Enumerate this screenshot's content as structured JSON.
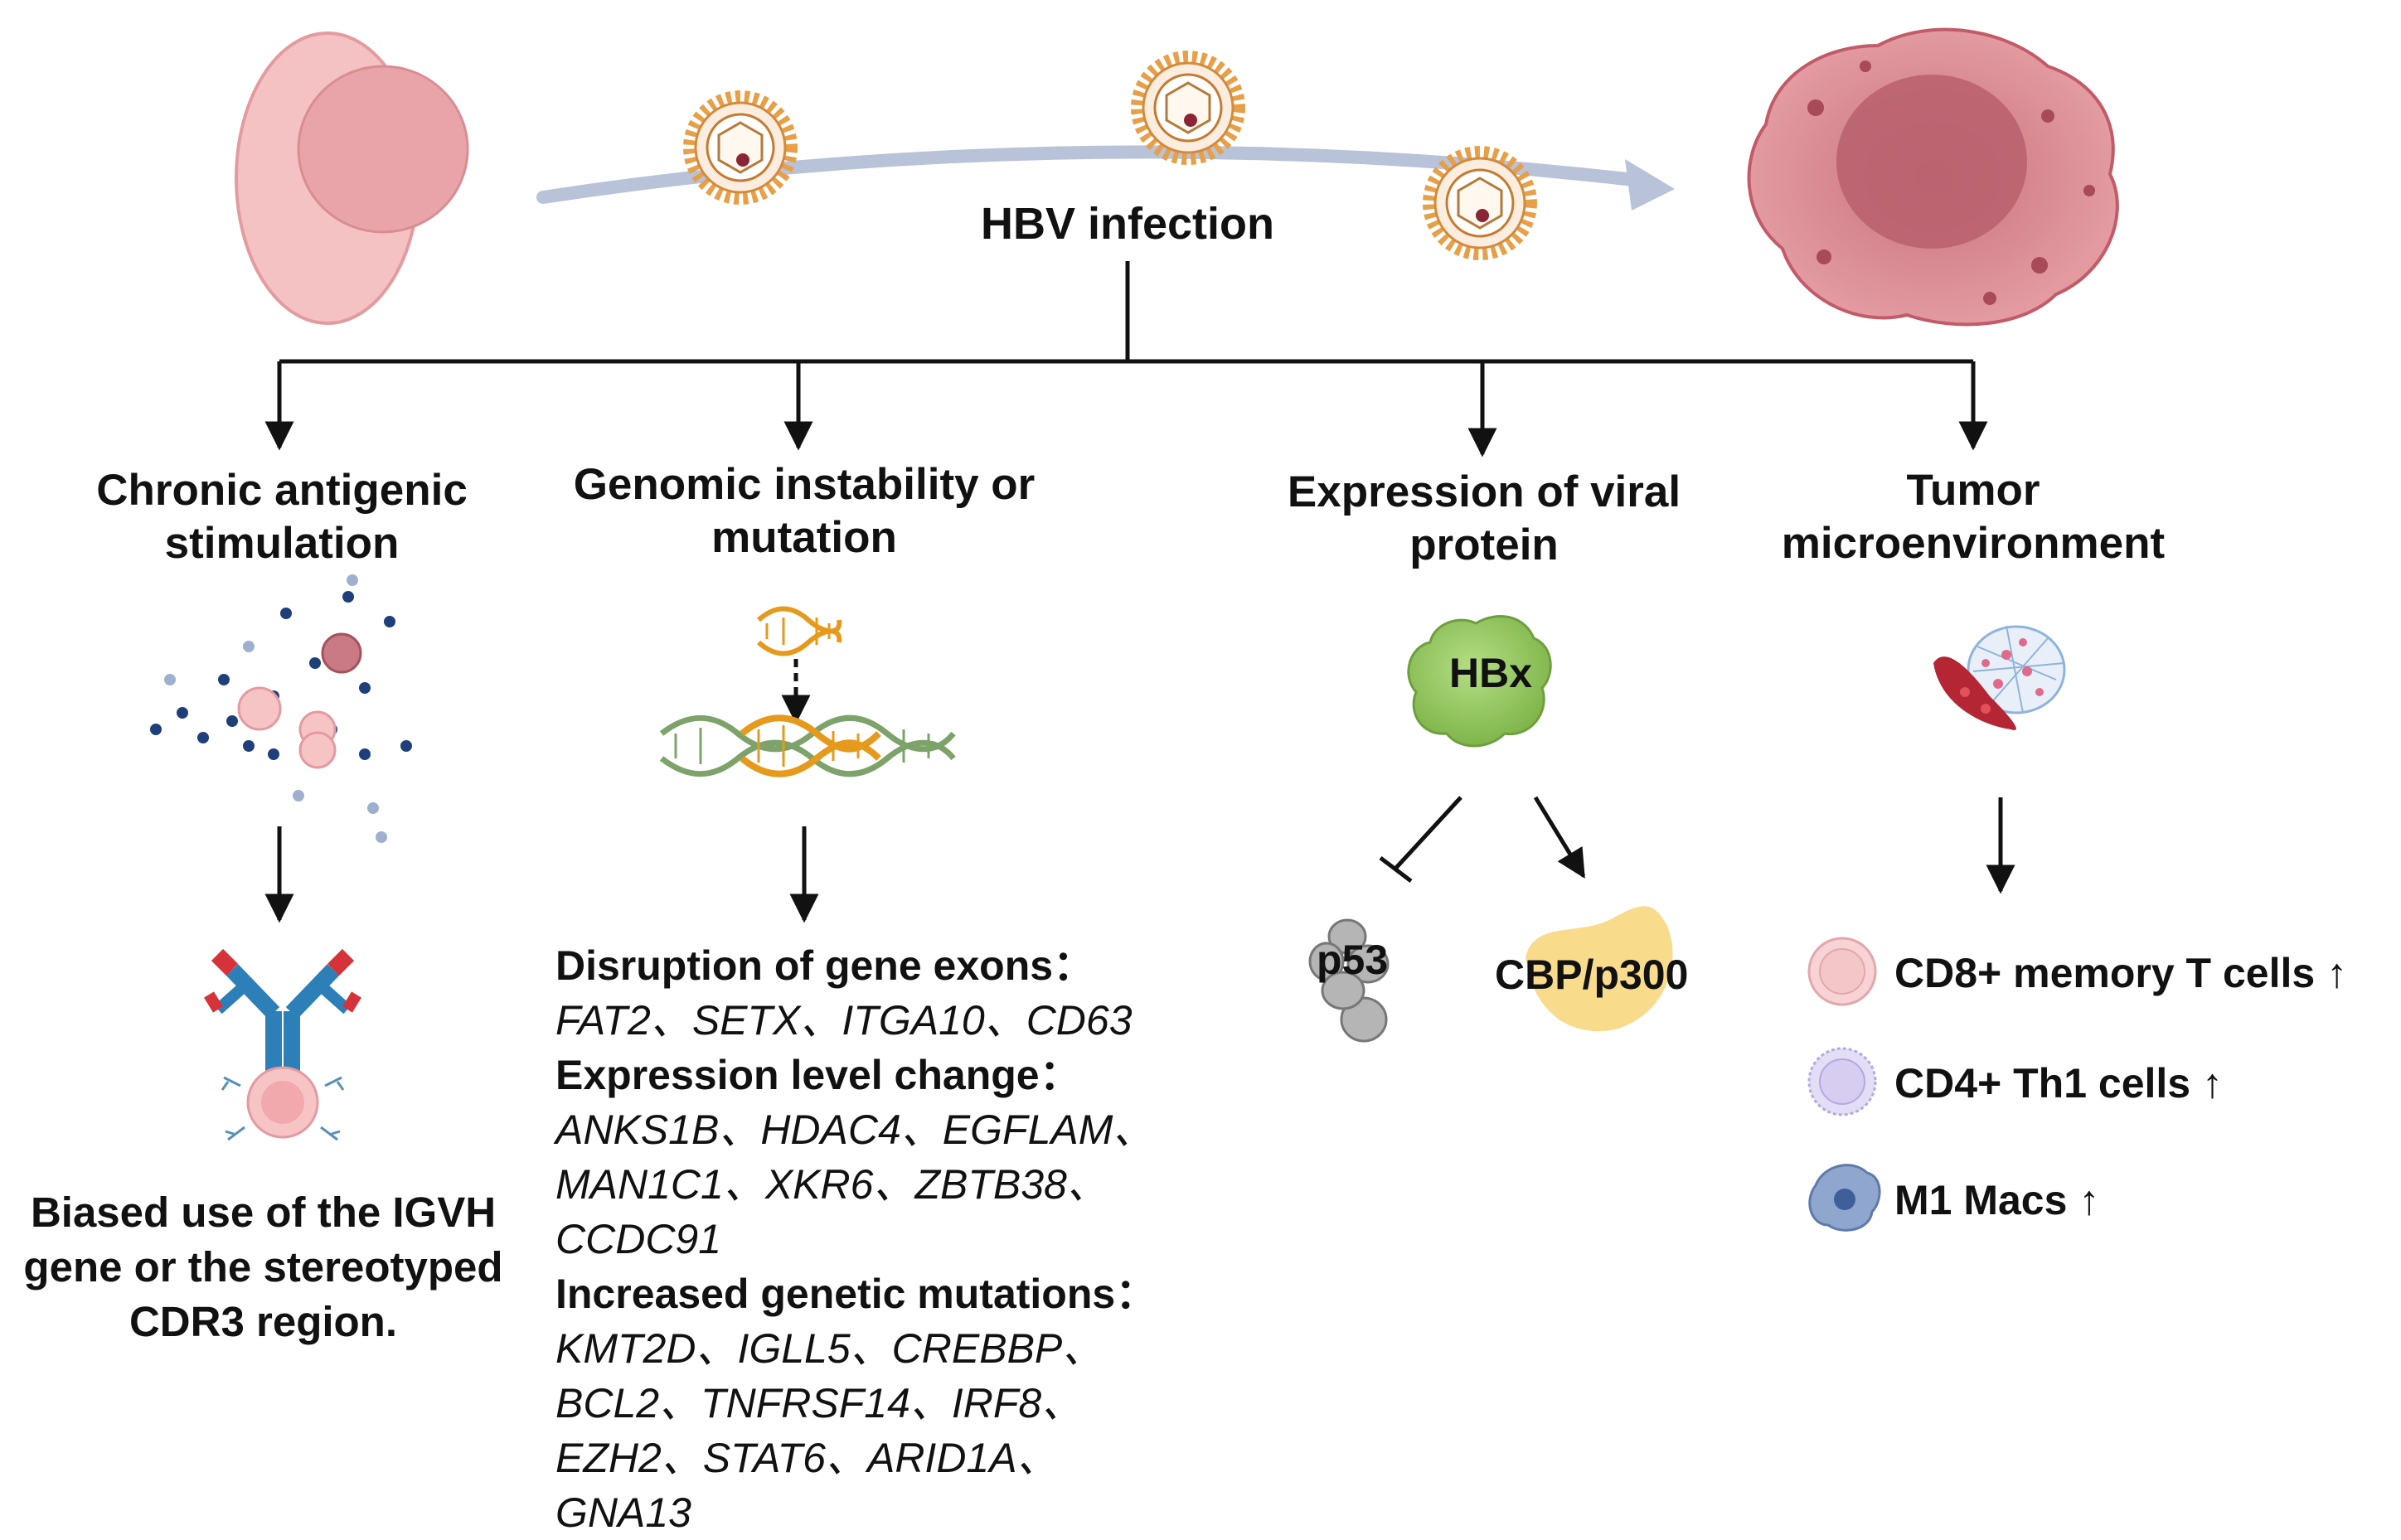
{
  "top": {
    "title": "HBV infection"
  },
  "branches": [
    {
      "heading_lines": [
        "Chronic antigenic",
        "stimulation"
      ],
      "result_lines": [
        "Biased use of the IGVH",
        "gene or the stereotyped",
        "CDR3 region."
      ]
    },
    {
      "heading_lines": [
        "Genomic instability or",
        "mutation"
      ],
      "sections": [
        {
          "title": "Disruption of gene exons：",
          "gene_lines": [
            "FAT2、SETX、ITGA10、CD63"
          ]
        },
        {
          "title": "Expression level change：",
          "gene_lines": [
            "ANKS1B、HDAC4、EGFLAM、",
            "MAN1C1、XKR6、ZBTB38、",
            "CCDC91"
          ]
        },
        {
          "title": "Increased genetic mutations：",
          "gene_lines": [
            "KMT2D、IGLL5、CREBBP、",
            "BCL2、TNFRSF14、IRF8、",
            "EZH2、STAT6、ARID1A、",
            "GNA13"
          ]
        }
      ]
    },
    {
      "heading_lines": [
        "Expression of viral",
        "protein"
      ],
      "protein_label": "HBx",
      "inhibited_label": "p53",
      "activated_label": "CBP/p300"
    },
    {
      "heading_lines": [
        "Tumor",
        "microenvironment"
      ],
      "cells": [
        {
          "label": "CD8+ memory T cells ↑",
          "color": "#f3c6c8",
          "icon": "t-cell-icon"
        },
        {
          "label": "CD4+ Th1 cells ↑",
          "color": "#d6cdf1",
          "icon": "th1-cell-icon"
        },
        {
          "label": "M1 Macs ↑",
          "color": "#8fa6cf",
          "icon": "macrophage-icon"
        }
      ]
    }
  ],
  "colors": {
    "normal_cell": "#f5c2c4",
    "normal_nucleus": "#e8a4a8",
    "tumor_cell": "#d98a92",
    "arc_arrow": "#b8c2d8",
    "hbx": "#9ccd66",
    "p53": "#b5b5b5",
    "cbp": "#f8dc8c",
    "dna_green": "#7da36a",
    "dna_orange": "#e59a1c",
    "antibody_blue": "#2d7fb8",
    "antibody_red": "#d6323a"
  }
}
